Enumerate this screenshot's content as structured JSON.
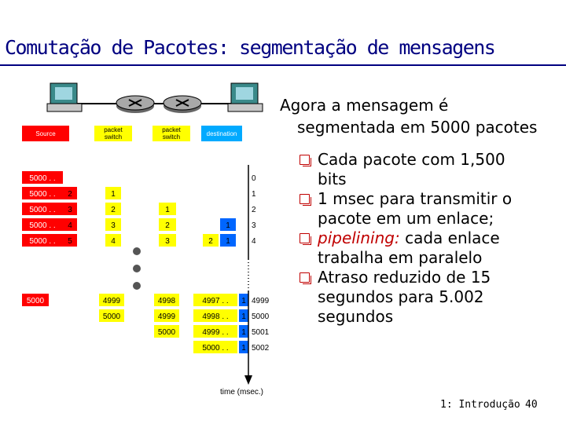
{
  "slide": {
    "title": "Comutação de Pacotes: segmentação de mensagens",
    "intro_line1": "Agora a mensagem é",
    "intro_line2": "segmentada em 5000 pacotes",
    "bullets": [
      {
        "lines": [
          "Cada pacote com 1,500",
          "bits"
        ]
      },
      {
        "lines": [
          "1 msec para transmitir o",
          "pacote em um enlace;"
        ]
      },
      {
        "em": "pipelining:",
        "lines": [
          " cada enlace",
          "trabalha em paralelo"
        ]
      },
      {
        "lines": [
          "Atraso reduzido de  15",
          "segundos para 5.002",
          "segundos"
        ]
      }
    ],
    "footer_section": "1: Introdução",
    "footer_page": "40"
  },
  "diagram": {
    "headers": [
      "Source",
      "packet switch",
      "packet switch",
      "destination"
    ],
    "top_rows": {
      "source": [
        "5000 . .",
        "5000 . .",
        "5000 . .",
        "5000 . .",
        "5000 . ."
      ],
      "source_next": [
        "",
        "2",
        "3",
        "4",
        "5"
      ],
      "switch1": [
        "",
        "1",
        "2",
        "3",
        "4"
      ],
      "switch2": [
        "",
        "",
        "1",
        "2",
        "3"
      ],
      "link": [
        "",
        "",
        "",
        "1",
        "2  1"
      ],
      "time": [
        "0",
        "1",
        "2",
        "3",
        "4"
      ]
    },
    "bottom_rows": {
      "source": [
        "5000"
      ],
      "switch1": [
        "4999",
        "5000"
      ],
      "switch2": [
        "4998",
        "4999",
        "5000"
      ],
      "dest": [
        "4997 . .",
        "4998 . .",
        "4999 . .",
        "5000 . ."
      ],
      "link": [
        "1",
        "1",
        "1",
        "1"
      ],
      "time": [
        "4999",
        "5000",
        "5001",
        "5002"
      ]
    },
    "time_axis_label": "time  (msec.)"
  },
  "colors": {
    "title": "#000080",
    "source": "#ff0000",
    "switch": "#ffff00",
    "link": "#0066ff",
    "destination": "#00aaff"
  }
}
